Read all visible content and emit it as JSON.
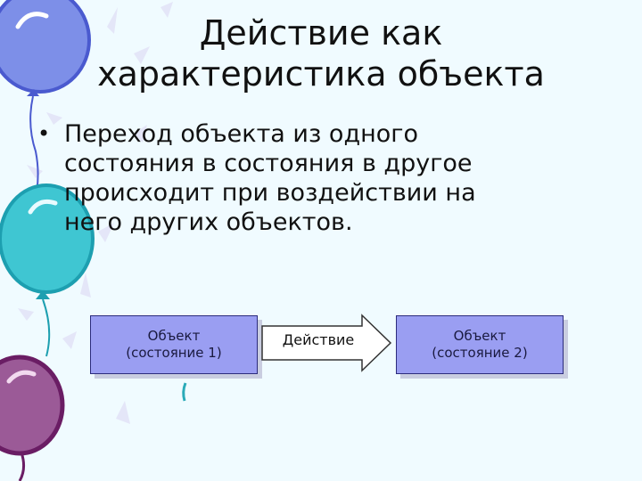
{
  "slide": {
    "title_line1": "Действие как",
    "title_line2": "характеристика объекта",
    "bullets": [
      {
        "lines": [
          "Переход объекта из одного",
          "состояния в состояния в другое",
          "происходит при воздействии на",
          "него других объектов."
        ]
      }
    ]
  },
  "diagram": {
    "object1": {
      "name": "Объект",
      "state": "(состояние 1)"
    },
    "action": "Действие",
    "object2": {
      "name": "Объект",
      "state": "(состояние 2)"
    }
  },
  "colors": {
    "background": "#f0fbff",
    "box_fill": "#9a9ef2",
    "balloon_blue": "#7d8fe8",
    "balloon_teal": "#3fc6d2",
    "balloon_purple": "#8a2a7c"
  }
}
